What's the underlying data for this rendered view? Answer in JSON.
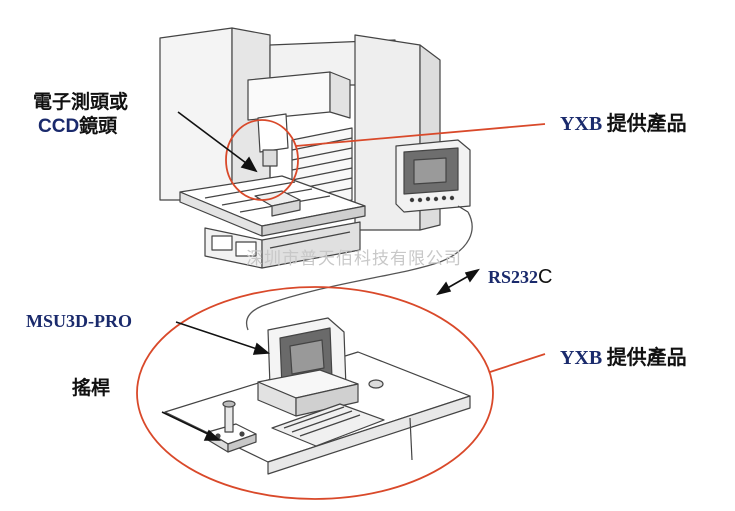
{
  "labels": {
    "probe_line1": "電子測頭或",
    "probe_line2_latin": "CCD",
    "probe_line2_cjk": "鏡頭",
    "supplier_top_latin": "YXB",
    "supplier_top_cjk": "提供產品",
    "interface": "RS232",
    "interface_suffix": "C",
    "software": "MSU3D-PRO",
    "supplier_bottom_latin": "YXB",
    "supplier_bottom_cjk": "提供產品",
    "joystick": "搖桿"
  },
  "watermark": "深圳市普天佰科技有限公司",
  "colors": {
    "highlight": "#d9492a",
    "label_navy": "#1a2a6c",
    "line_art": "#333333"
  },
  "icons": [
    "measuring-machine-illustration",
    "controller-display-icon",
    "computer-workstation-illustration",
    "joystick-icon"
  ]
}
